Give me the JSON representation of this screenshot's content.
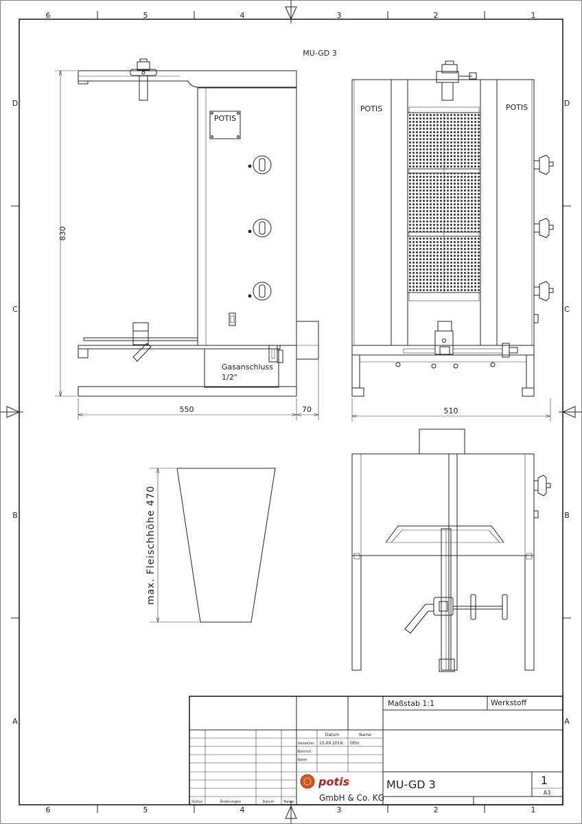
{
  "drawing": {
    "title": "MU-GD 3",
    "grid_columns": [
      "6",
      "5",
      "4",
      "3",
      "2",
      "1"
    ],
    "grid_rows": [
      "D",
      "C",
      "B",
      "A"
    ],
    "side_view": {
      "brand": "POTIS",
      "dim_height": "830",
      "dim_depth": "550",
      "dim_offset": "70",
      "gas_label_line1": "Gasanschluss",
      "gas_label_line2": "1/2\""
    },
    "front_view": {
      "brand_left": "POTIS",
      "brand_right": "POTIS",
      "dim_width": "510"
    },
    "meat_view": {
      "height_label": "max. Fleischhöhe 470"
    }
  },
  "title_block": {
    "scale_label": "Maßstab 1:1",
    "material_label": "Werkstoff",
    "col_date": "Datum",
    "col_name": "Name",
    "row_drawn": "Gezeichn.",
    "drawn_date": "15.09.2016",
    "drawn_name": "Otto",
    "row_checked": "Kontroll.",
    "row_norm": "Norm",
    "footer_status": "Status",
    "footer_changes": "Änderungen",
    "footer_date": "Datum",
    "footer_name": "Name",
    "company_logo": "potis",
    "company": "GmbH & Co. KG",
    "drawing_name": "MU-GD 3",
    "sheet_number": "1",
    "format": "A3"
  },
  "colors": {
    "line": "#222222",
    "logo_orange": "#d9531e",
    "logo_red": "#c0201a"
  }
}
